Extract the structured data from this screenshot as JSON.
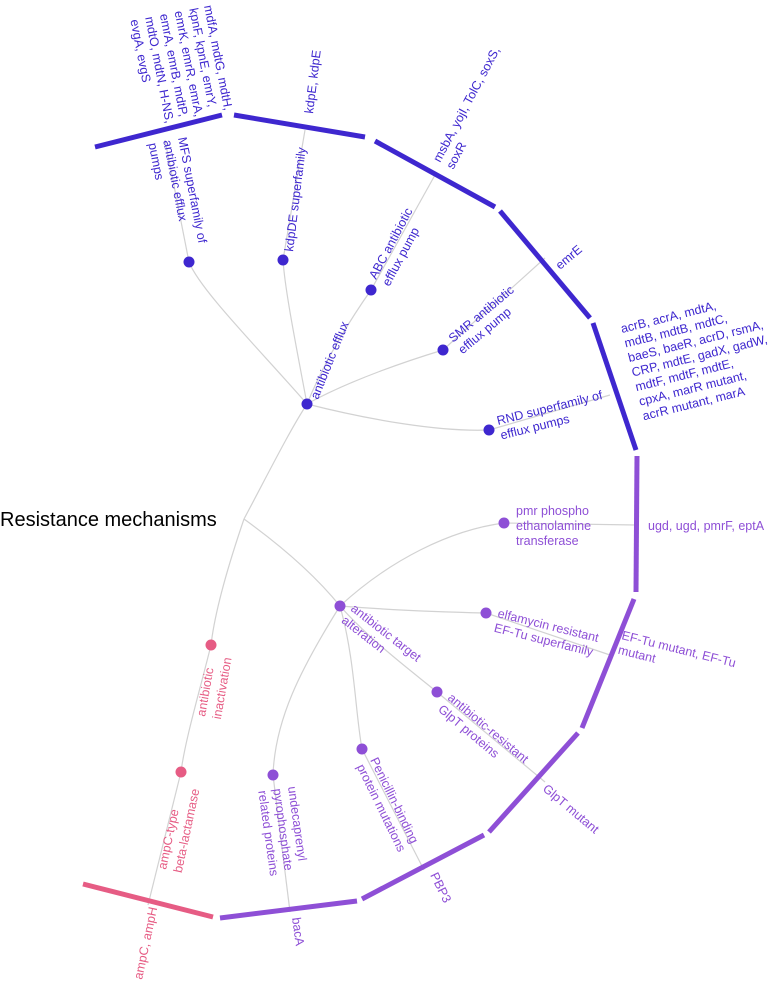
{
  "colors": {
    "efflux": "#3e27cf",
    "target_alteration": "#8e4fd6",
    "inactivation": "#e65c84",
    "link": "#d2d2d2"
  },
  "root": {
    "label": "Resistance mechanisms"
  },
  "mechanisms": [
    {
      "key": "efflux",
      "label": "antibiotic efflux"
    },
    {
      "key": "target",
      "label": [
        "antibiotic target",
        "alteration"
      ]
    },
    {
      "key": "inact",
      "label": [
        "antibiotic",
        "inactivation"
      ]
    }
  ],
  "families": [
    {
      "key": "mfs",
      "label": [
        "MFS superfamily of",
        "antibiotic efflux",
        "pumps"
      ]
    },
    {
      "key": "kdp",
      "label": [
        "kdpDE superfamily"
      ]
    },
    {
      "key": "abc",
      "label": [
        "ABC antibiotic",
        "efflux pump"
      ]
    },
    {
      "key": "smr",
      "label": [
        "SMR antibiotic",
        "efflux pump"
      ]
    },
    {
      "key": "rnd",
      "label": [
        "RND superfamily of",
        "efflux pumps"
      ]
    },
    {
      "key": "pmr",
      "label": [
        "pmr phospho",
        "ethanolamine",
        "transferase"
      ]
    },
    {
      "key": "elf",
      "label": [
        "elfamycin resistant",
        "EF-Tu superfamily"
      ]
    },
    {
      "key": "glpt",
      "label": [
        "antibiotic-resistant",
        "GlpT proteins"
      ]
    },
    {
      "key": "pbp",
      "label": [
        "Penicillin-binding",
        "protein mutations"
      ]
    },
    {
      "key": "und",
      "label": [
        "undecaprenyl",
        "pyrophosphate",
        "related proteins"
      ]
    },
    {
      "key": "ampc",
      "label": [
        "ampC-type",
        "beta-lactamase"
      ]
    }
  ],
  "genes": [
    {
      "key": "mfs",
      "label": [
        "mdfA, mdtG, mdtH,",
        "kpnF, kpnE, emrY,",
        "emrK, emrR, emrA,",
        "emrA, emrB, mdtP,",
        "mdtO, mdtN, H-NS,",
        "evgA, evgS"
      ]
    },
    {
      "key": "kdp",
      "label": [
        "kdpE, kdpE"
      ]
    },
    {
      "key": "abc",
      "label": [
        "msbA, yojI, TolC, soxS,",
        "soxR"
      ]
    },
    {
      "key": "smr",
      "label": [
        "emrE"
      ]
    },
    {
      "key": "rnd",
      "label": [
        "acrB, acrA, mdtA,",
        "mdtB, mdtB, mdtC,",
        "baeS, baeR, acrD, rsmA,",
        "CRP, mdtE, gadX, gadW,",
        "mdtF, mdtF, mdtE,",
        "cpxA, marR mutant,",
        "acrR mutant, marA"
      ]
    },
    {
      "key": "pmr",
      "label": [
        "ugd, ugd, pmrF, eptA"
      ]
    },
    {
      "key": "elf",
      "label": [
        "EF-Tu mutant, EF-Tu",
        "mutant"
      ]
    },
    {
      "key": "glpt",
      "label": [
        "GlpT mutant"
      ]
    },
    {
      "key": "pbp",
      "label": [
        "PBP3"
      ]
    },
    {
      "key": "und",
      "label": [
        "bacA"
      ]
    },
    {
      "key": "ampc",
      "label": [
        "ampC, ampH"
      ]
    }
  ]
}
